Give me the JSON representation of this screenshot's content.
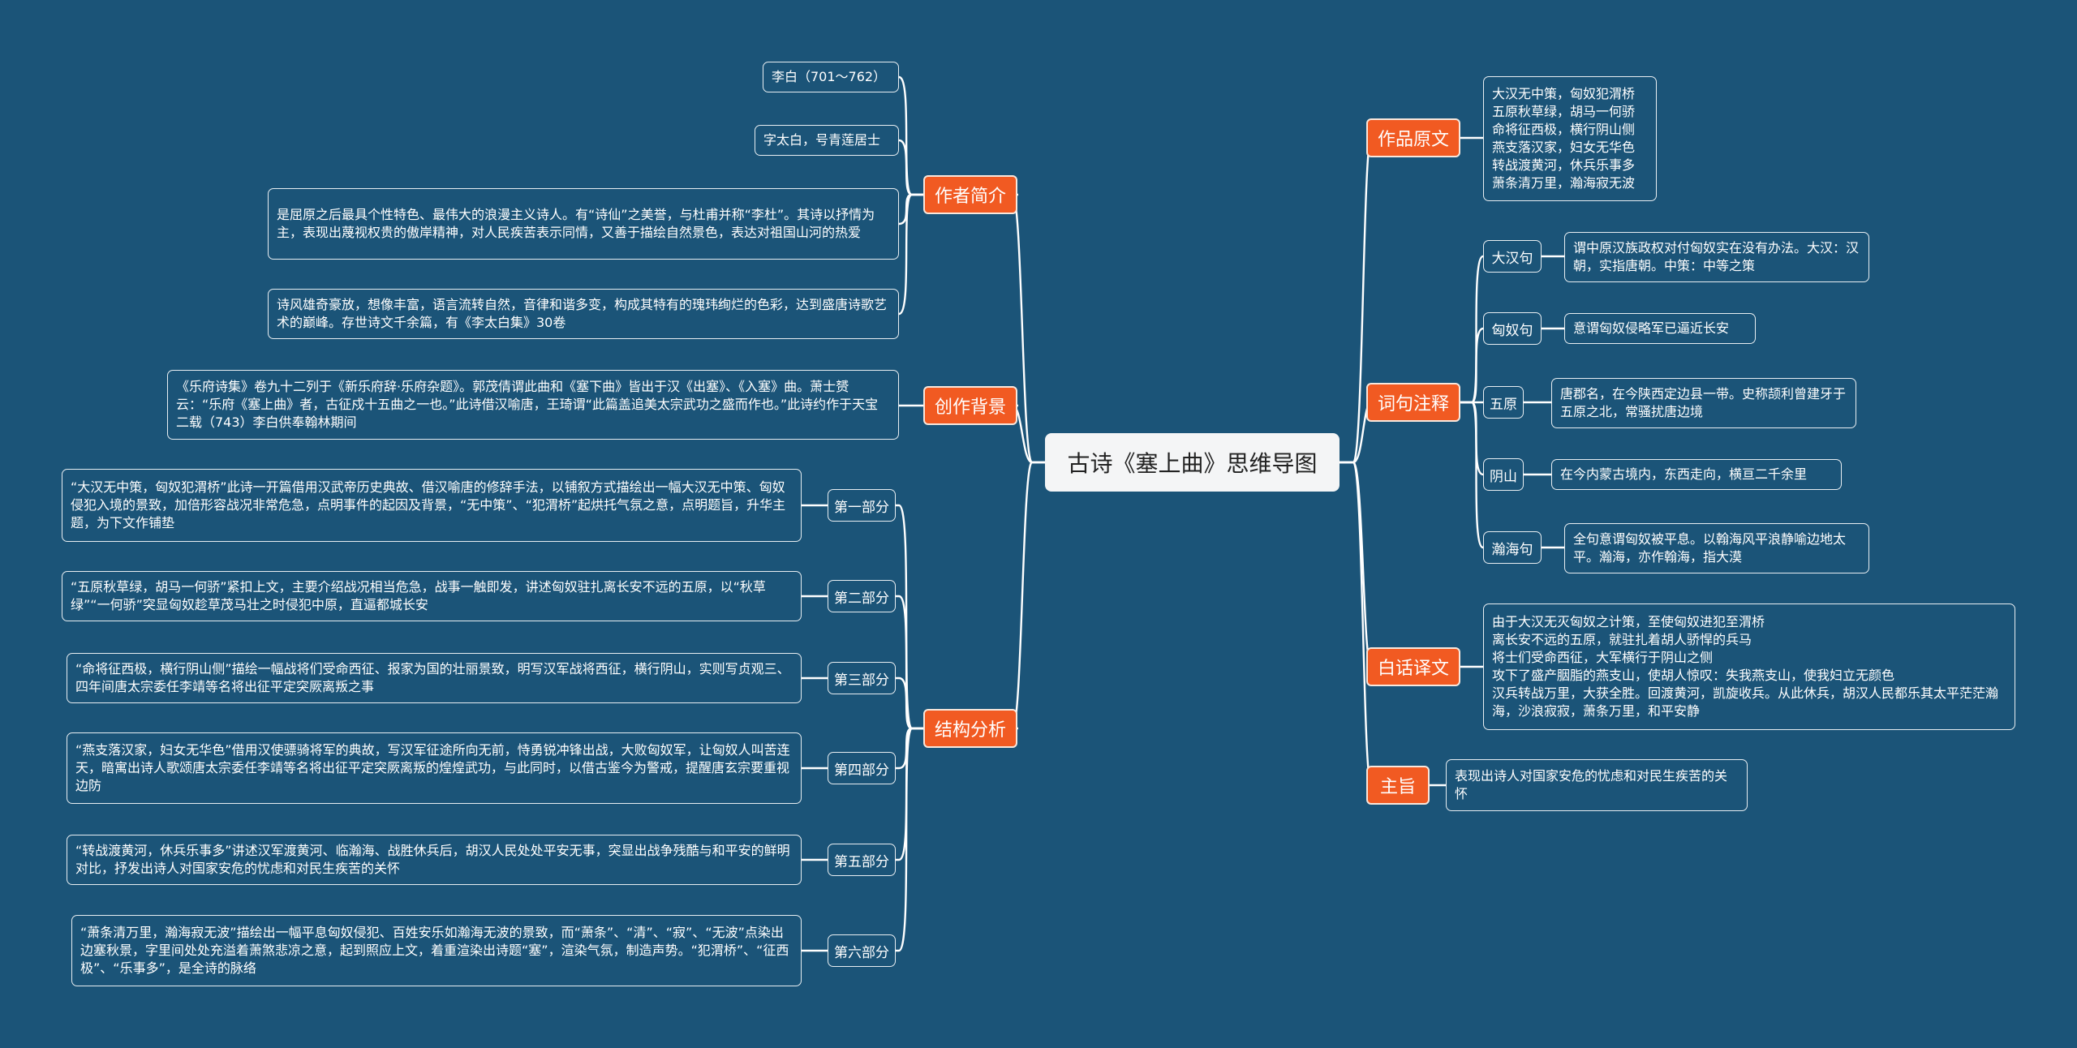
{
  "root": "古诗《塞上曲》思维导图",
  "left": {
    "author": {
      "label": "作者简介",
      "items": [
        "李白（701～762）",
        "字太白，号青莲居士",
        "是屈原之后最具个性特色、最伟大的浪漫主义诗人。有“诗仙”之美誉，与杜甫并称“李杜”。其诗以抒情为主，表现出蔑视权贵的傲岸精神，对人民疾苦表示同情，又善于描绘自然景色，表达对祖国山河的热爱",
        "诗风雄奇豪放，想像丰富，语言流转自然，音律和谐多变，构成其特有的瑰玮绚烂的色彩，达到盛唐诗歌艺术的巅峰。存世诗文千余篇，有《李太白集》30卷"
      ]
    },
    "background": {
      "label": "创作背景",
      "items": [
        "《乐府诗集》卷九十二列于《新乐府辞·乐府杂题》。郭茂倩谓此曲和《塞下曲》皆出于汉《出塞》、《入塞》曲。萧士赟云：“乐府《塞上曲》者，古征戍十五曲之一也。”此诗借汉喻唐，王琦谓“此篇盖追美太宗武功之盛而作也。”此诗约作于天宝二载（743）李白供奉翰林期间"
      ]
    },
    "structure": {
      "label": "结构分析",
      "parts": [
        {
          "label": "第一部分",
          "text": "“大汉无中策，匈奴犯渭桥”此诗一开篇借用汉武帝历史典故、借汉喻唐的修辞手法，以铺叙方式描绘出一幅大汉无中策、匈奴侵犯入境的景致，加倍形容战况非常危急，点明事件的起因及背景，“无中策”、“犯渭桥”起烘托气氛之意，点明题旨，升华主题，为下文作铺垫"
        },
        {
          "label": "第二部分",
          "text": "“五原秋草绿，胡马一何骄”紧扣上文，主要介绍战况相当危急，战事一触即发，讲述匈奴驻扎离长安不远的五原，以“秋草绿”“一何骄”突显匈奴趁草茂马壮之时侵犯中原，直逼都城长安"
        },
        {
          "label": "第三部分",
          "text": "“命将征西极，横行阴山侧”描绘一幅战将们受命西征、报家为国的壮丽景致，明写汉军战将西征，横行阴山，实则写贞观三、四年间唐太宗委任李靖等名将出征平定突厥离叛之事"
        },
        {
          "label": "第四部分",
          "text": "“燕支落汉家，妇女无华色”借用汉使骠骑将军的典故，写汉军征途所向无前，恃勇锐冲锋出战，大败匈奴军，让匈奴人叫苦连天，暗寓出诗人歌颂唐太宗委任李靖等名将出征平定突厥离叛的煌煌武功，与此同时，以借古鉴今为警戒，提醒唐玄宗要重视边防"
        },
        {
          "label": "第五部分",
          "text": "“转战渡黄河，休兵乐事多”讲述汉军渡黄河、临瀚海、战胜休兵后，胡汉人民处处平安无事，突显出战争残酷与和平安的鲜明对比，抒发出诗人对国家安危的忧虑和对民生疾苦的关怀"
        },
        {
          "label": "第六部分",
          "text": "“萧条清万里，瀚海寂无波”描绘出一幅平息匈奴侵犯、百姓安乐如瀚海无波的景致，而“萧条”、“清”、“寂”、“无波”点染出边塞秋景，字里间处处充溢着萧煞悲凉之意，起到照应上文，着重渲染出诗题“塞”，渲染气氛，制造声势。“犯渭桥”、“征西极”、“乐事多”，是全诗的脉络"
        }
      ]
    }
  },
  "right": {
    "original": {
      "label": "作品原文",
      "text": "大汉无中策，匈奴犯渭桥\n五原秋草绿，胡马一何骄\n命将征西极，横行阴山侧\n燕支落汉家，妇女无华色\n转战渡黄河，休兵乐事多\n萧条清万里，瀚海寂无波"
    },
    "notes": {
      "label": "词句注释",
      "items": [
        {
          "term": "大汉句",
          "text": "谓中原汉族政权对付匈奴实在没有办法。大汉：汉朝，实指唐朝。中策：中等之策"
        },
        {
          "term": "匈奴句",
          "text": "意谓匈奴侵略军已逼近长安"
        },
        {
          "term": "五原",
          "text": "唐郡名，在今陕西定边县一带。史称颉利曾建牙于五原之北，常骚扰唐边境"
        },
        {
          "term": "阴山",
          "text": "在今内蒙古境内，东西走向，横亘二千余里"
        },
        {
          "term": "瀚海句",
          "text": "全句意谓匈奴被平息。以翰海风平浪静喻边地太平。瀚海，亦作翰海，指大漠"
        }
      ]
    },
    "translation": {
      "label": "白话译文",
      "text": "由于大汉无灭匈奴之计策，至使匈奴进犯至渭桥\n离长安不远的五原，就驻扎着胡人骄悍的兵马\n将士们受命西征，大军横行于阴山之侧\n攻下了盛产胭脂的燕支山，使胡人惊叹：失我燕支山，使我妇立无颜色\n汉兵转战万里，大获全胜。回渡黄河，凯旋收兵。从此休兵，胡汉人民都乐其太平茫茫瀚海，沙浪寂寂，萧条万里，和平安静"
    },
    "theme": {
      "label": "主旨",
      "text": "表现出诗人对国家安危的忧虑和对民生疾苦的关怀"
    }
  },
  "colors": {
    "background": "#1b5478",
    "branch": "#f15a22",
    "root": "#f4f5f6",
    "line": "#ffffff"
  }
}
